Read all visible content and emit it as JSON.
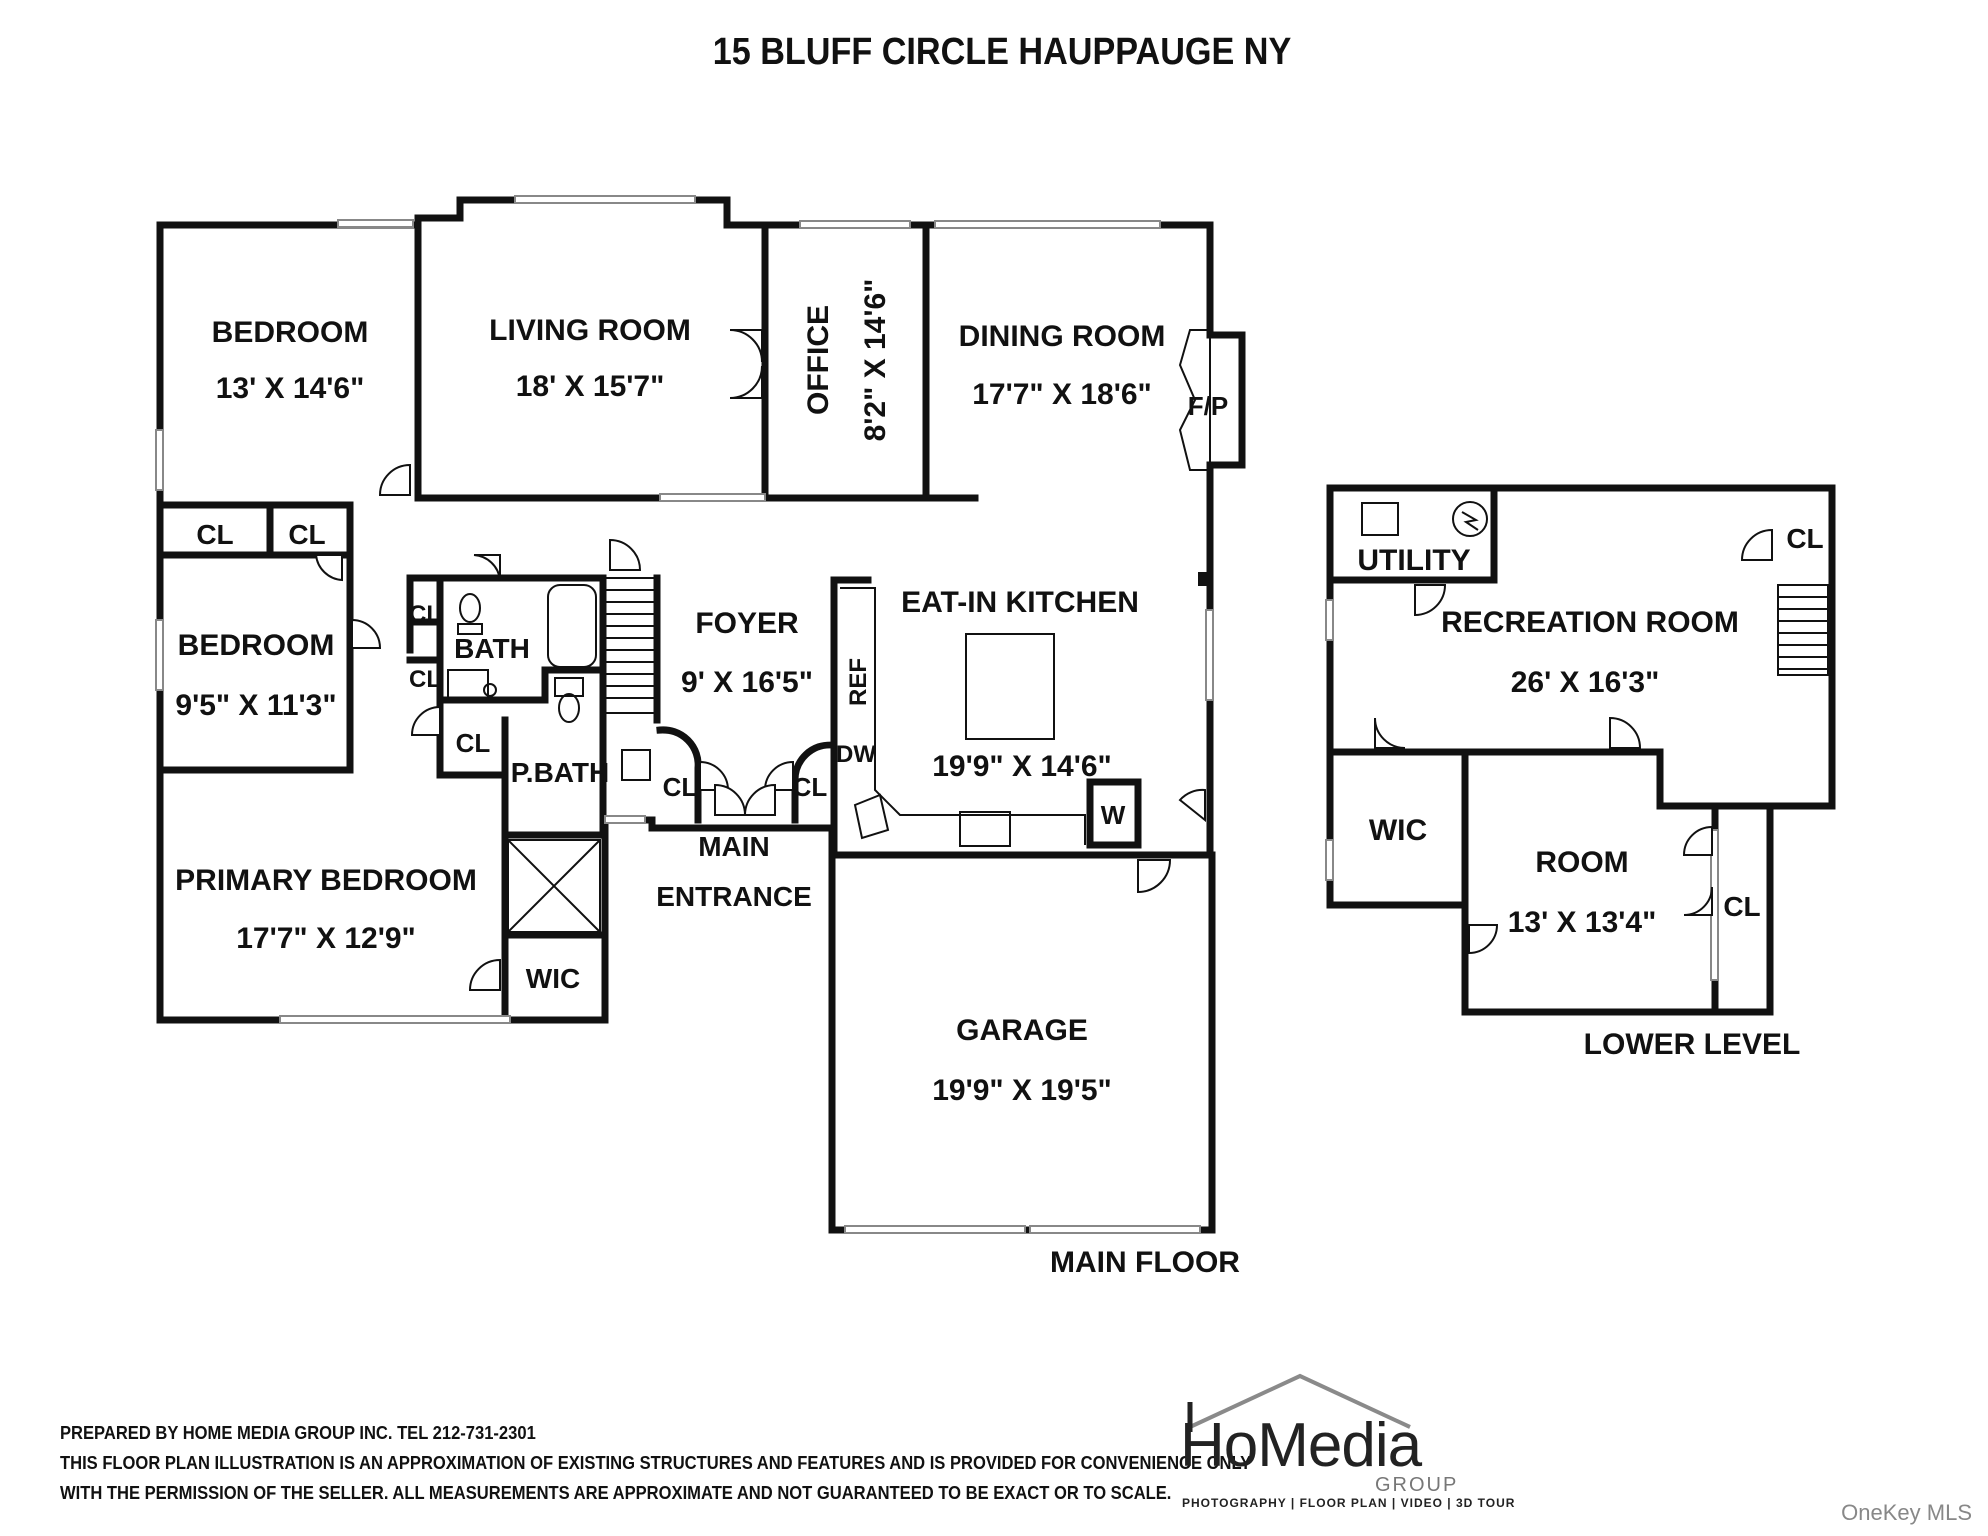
{
  "title": "15 BLUFF CIRCLE HAUPPAUGE NY",
  "main_floor": {
    "label": "MAIN FLOOR",
    "rooms": {
      "bedroom1": {
        "name": "BEDROOM",
        "size": "13' X 14'6\""
      },
      "living": {
        "name": "LIVING ROOM",
        "size": "18' X 15'7\""
      },
      "office": {
        "name": "OFFICE",
        "size": "8'2\" X 14'6\""
      },
      "dining": {
        "name": "DINING ROOM",
        "size": "17'7\" X 18'6\""
      },
      "bedroom2": {
        "name": "BEDROOM",
        "size": "9'5\" X 11'3\""
      },
      "foyer": {
        "name": "FOYER",
        "size": "9' X 16'5\""
      },
      "kitchen": {
        "name": "EAT-IN KITCHEN",
        "size": "19'9\" X 14'6\""
      },
      "primary": {
        "name": "PRIMARY BEDROOM",
        "size": "17'7\" X 12'9\""
      },
      "garage": {
        "name": "GARAGE",
        "size": "19'9\" X 19'5\""
      }
    },
    "small": {
      "cl": "CL",
      "bath": "BATH",
      "pbath": "P.BATH",
      "wic": "WIC",
      "ref": "REF",
      "dw": "DW",
      "w": "W",
      "fp": "F/P",
      "main_entrance_1": "MAIN",
      "main_entrance_2": "ENTRANCE"
    }
  },
  "lower_level": {
    "label": "LOWER LEVEL",
    "rooms": {
      "recreation": {
        "name": "RECREATION ROOM",
        "size": "26' X 16'3\""
      },
      "room": {
        "name": "ROOM",
        "size": "13' X 13'4\""
      }
    },
    "small": {
      "utility": "UTILITY",
      "cl": "CL",
      "wic": "WIC"
    }
  },
  "footer": {
    "line1": "PREPARED BY  HOME MEDIA GROUP INC.  TEL 212-731-2301",
    "line2": "THIS FLOOR PLAN ILLUSTRATION IS AN APPROXIMATION OF EXISTING STRUCTURES AND FEATURES AND IS PROVIDED FOR CONVENIENCE ONLY",
    "line3": "WITH THE PERMISSION OF THE SELLER. ALL MEASUREMENTS ARE APPROXIMATE AND NOT GUARANTEED TO BE EXACT OR TO SCALE."
  },
  "logo": {
    "word": "HoMedia",
    "group": "GROUP",
    "tagline": "PHOTOGRAPHY | FLOOR PLAN | VIDEO | 3D TOUR"
  },
  "watermark": "OneKey MLS"
}
